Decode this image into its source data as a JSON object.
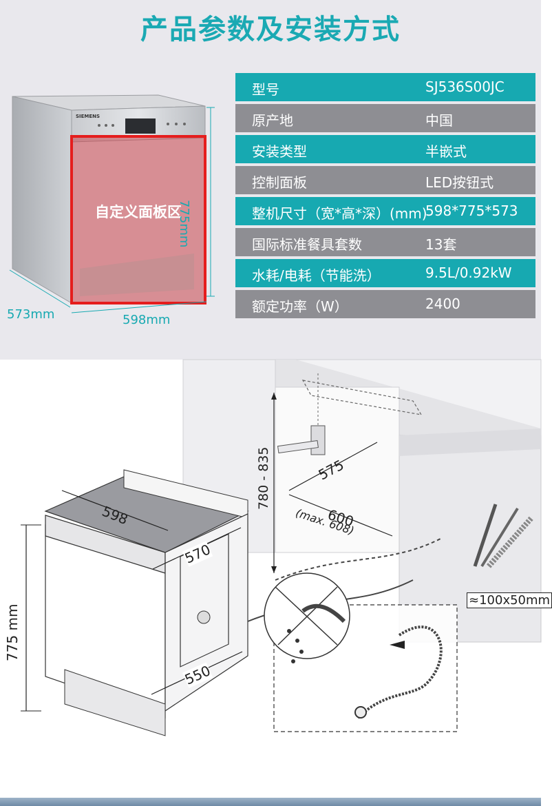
{
  "title": "产品参数及安装方式",
  "specs": [
    {
      "label": "型号",
      "value": "SJ536S00JC",
      "style": "teal"
    },
    {
      "label": "原产地",
      "value": "中国",
      "style": "grey"
    },
    {
      "label": "安装类型",
      "value": "半嵌式",
      "style": "teal"
    },
    {
      "label": "控制面板",
      "value": "LED按钮式",
      "style": "grey"
    },
    {
      "label": "整机尺寸（宽*高*深）(mm)",
      "value": "598*775*573",
      "style": "teal"
    },
    {
      "label": "国际标准餐具套数",
      "value": "13套",
      "style": "grey"
    },
    {
      "label": "水耗/电耗（节能洗）",
      "value": "9.5L/0.92kW",
      "style": "teal"
    },
    {
      "label": "额定功率（W）",
      "value": "2400",
      "style": "grey"
    }
  ],
  "product_image": {
    "brand": "SIEMENS",
    "panel_area_label": "自定义面板区",
    "height_label": "775mm",
    "depth_label": "573mm",
    "width_label": "598mm"
  },
  "installation_diagram": {
    "width_598": "598",
    "depth_570": "570",
    "depth_550": "550",
    "height_775": "775 mm",
    "niche_height": "780 - 835",
    "niche_depth": "575",
    "niche_width": "600",
    "niche_width_max": "(max. 608)",
    "hose_opening": "≈100x50mm"
  },
  "colors": {
    "accent": "#17a9b1",
    "row_grey": "#8e8e93",
    "panel_red": "#e51d1d"
  }
}
